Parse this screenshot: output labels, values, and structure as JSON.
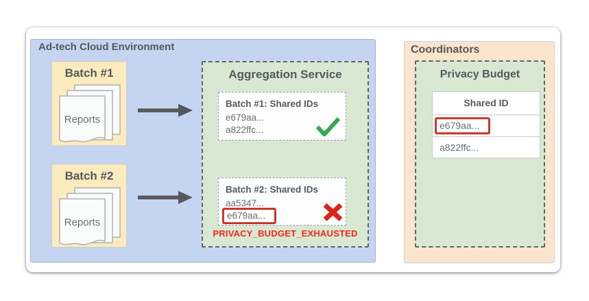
{
  "colors": {
    "adtech_panel_bg": "#c5d5f1",
    "batch_box_bg": "#fcebbd",
    "service_green_bg": "#d9e8d2",
    "coordinators_panel_bg": "#fbe5cc",
    "success_green": "#34a853",
    "error_red": "#de2317",
    "error_text_red": "#f2281c",
    "highlight_box_red": "#c43a2c",
    "arrow_gray": "#56585b",
    "title_gray": "#55585d",
    "value_gray": "#6a6e73"
  },
  "adtech_environment": {
    "title": "Ad-tech Cloud Environment",
    "batches": [
      {
        "label": "Batch #1",
        "doc_label": "Reports"
      },
      {
        "label": "Batch #2",
        "doc_label": "Reports"
      }
    ],
    "aggregation_service": {
      "title": "Aggregation Service",
      "results": [
        {
          "title": "Batch #1: Shared IDs",
          "ids": [
            "e679aa...",
            "a822ffc..."
          ],
          "status": "success",
          "status_icon": "checkmark-icon"
        },
        {
          "title": "Batch #2: Shared IDs",
          "ids": [
            "aa5347...",
            "e679aa..."
          ],
          "highlighted_id": "e679aa...",
          "status": "error",
          "status_icon": "x-mark-icon"
        }
      ],
      "error_message": "PRIVACY_BUDGET_EXHAUSTED"
    }
  },
  "coordinators": {
    "title": "Coordinators",
    "privacy_budget": {
      "title": "Privacy Budget",
      "table": {
        "header": "Shared ID",
        "rows": [
          {
            "id": "e679aa...",
            "highlighted": true
          },
          {
            "id": "a822ffc...",
            "highlighted": false
          }
        ]
      }
    }
  }
}
